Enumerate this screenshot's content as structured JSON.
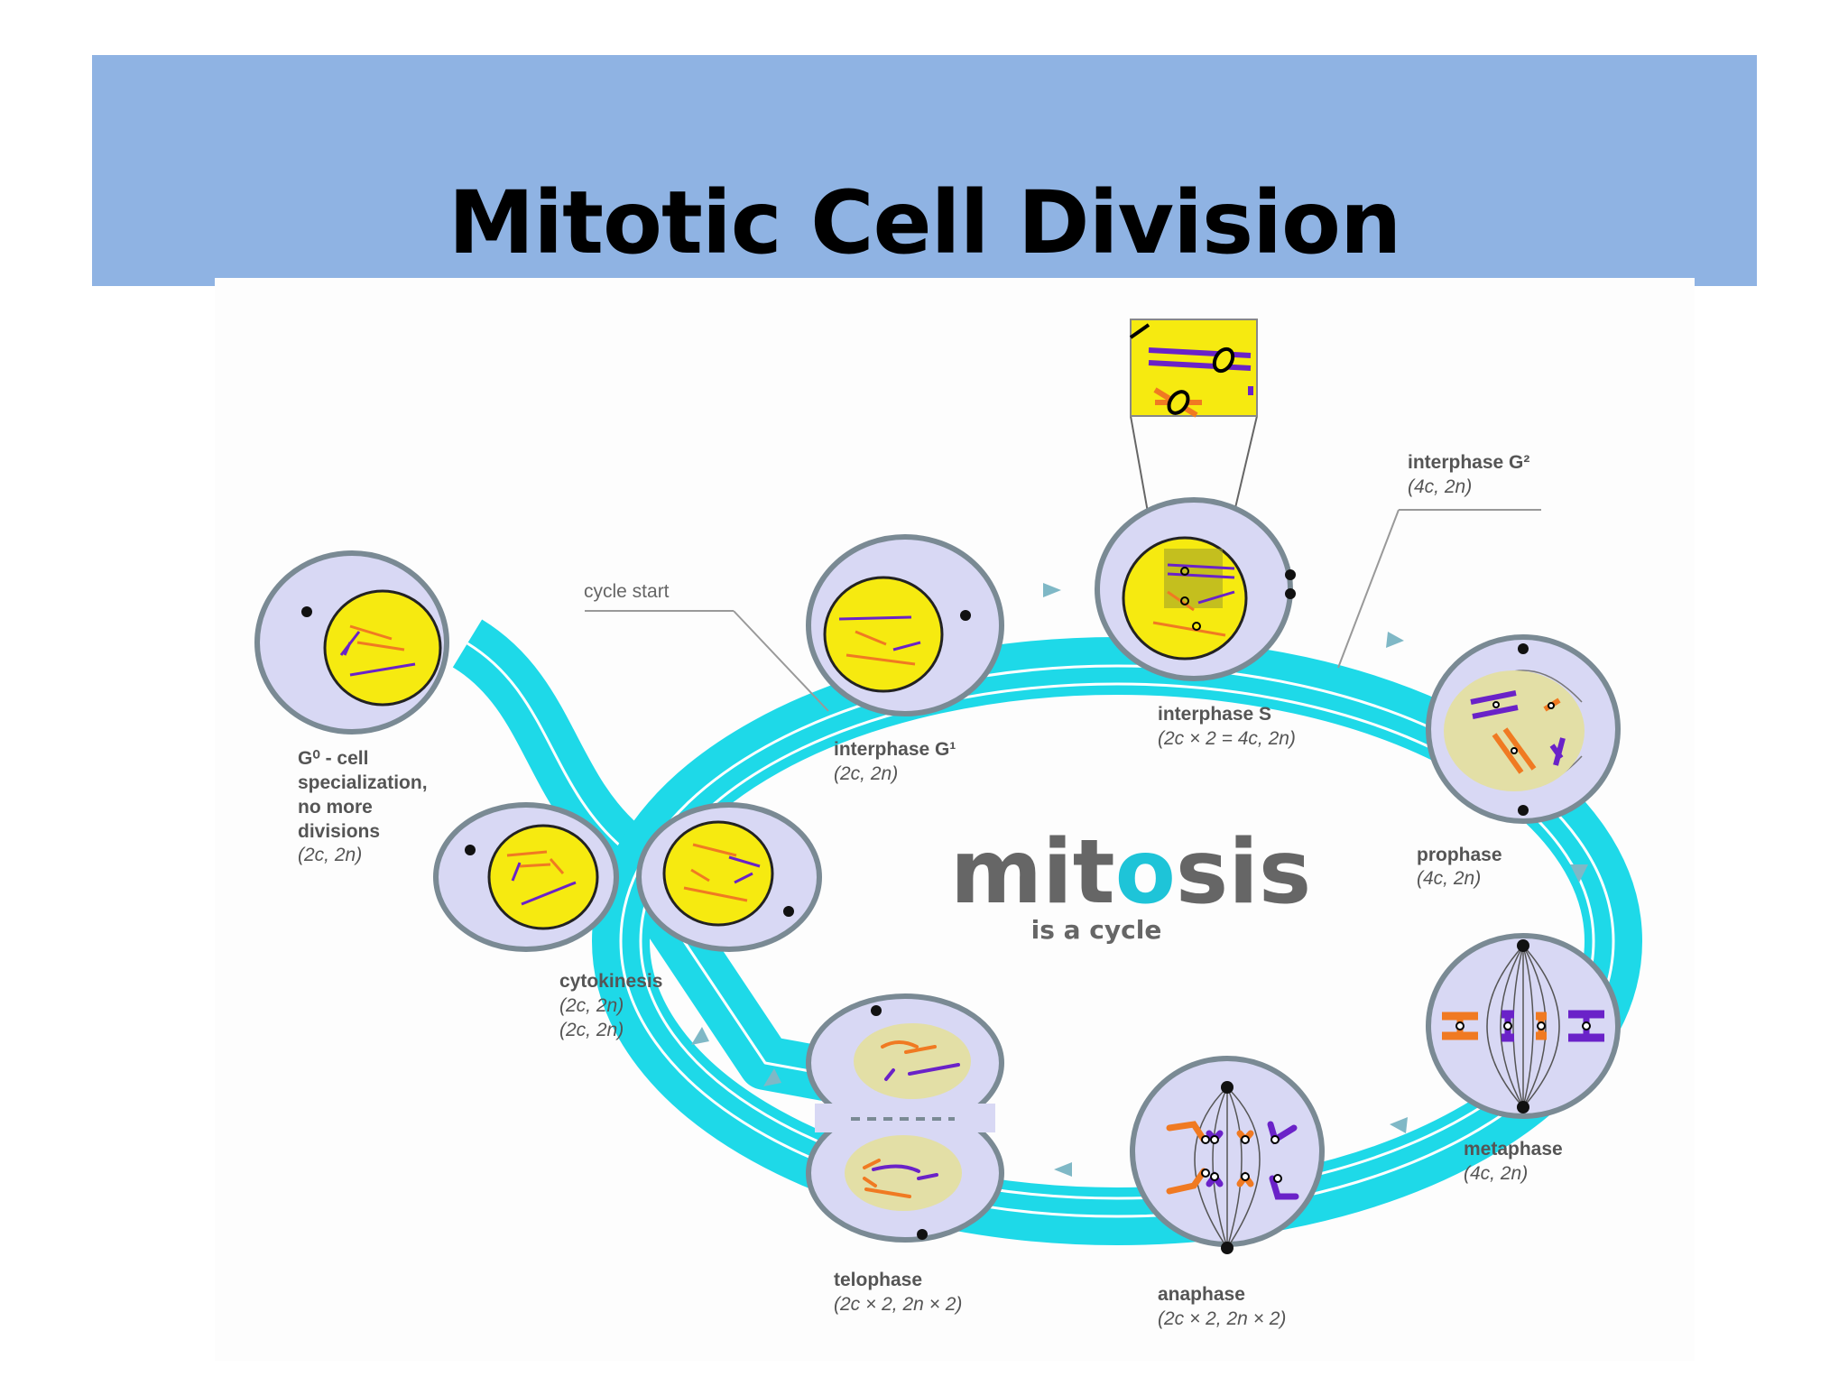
{
  "slide": {
    "title": "Mitotic Cell Division"
  },
  "diagram": {
    "center_title_pre": "mit",
    "center_title_accent": "o",
    "center_title_post": "sis",
    "center_subtitle": "is a cycle",
    "cycle_start": "cycle start",
    "stages": {
      "g0": {
        "lines": [
          "G⁰ - cell",
          "specialization,",
          "no more",
          "divisions"
        ],
        "formula": "(2c, 2n)"
      },
      "g1": {
        "name": "interphase G¹",
        "formula": "(2c, 2n)"
      },
      "s": {
        "name": "interphase S",
        "formula": "(2c × 2 = 4c, 2n)"
      },
      "g2": {
        "name": "interphase G²",
        "formula": "(4c, 2n)"
      },
      "prophase": {
        "name": "prophase",
        "formula": "(4c, 2n)"
      },
      "metaphase": {
        "name": "metaphase",
        "formula": "(4c, 2n)"
      },
      "anaphase": {
        "name": "anaphase",
        "formula": "(2c × 2, 2n × 2)"
      },
      "telophase": {
        "name": "telophase",
        "formula": "(2c × 2, 2n × 2)"
      },
      "cytokinesis": {
        "name": "cytokinesis",
        "formula_1": "(2c, 2n)",
        "formula_2": "(2c, 2n)"
      }
    },
    "colors": {
      "ring": "#1ed9e8",
      "cell": "#d8d8f4",
      "cell_border": "#7a8a94",
      "nucleus": "#f6ea10",
      "late_nucleus": "#e3dfa6",
      "chromosome_a": "#f07a22",
      "chromosome_b": "#6a22c8"
    }
  }
}
